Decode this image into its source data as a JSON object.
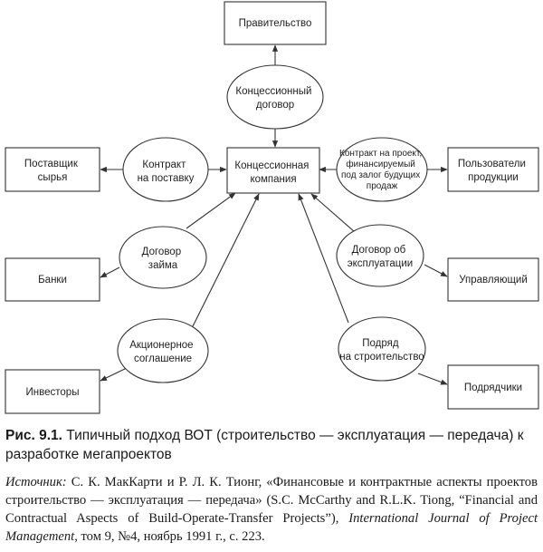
{
  "boxes": {
    "government": "Правительство",
    "company": [
      "Концессионная",
      "компания"
    ],
    "suppliers": [
      "Поставщик",
      "сырья"
    ],
    "users": [
      "Пользователи",
      "продукции"
    ],
    "banks": "Банки",
    "manager": "Управляющий",
    "investors": "Инвесторы",
    "contractors": "Подрядчики"
  },
  "ellipses": {
    "concession": [
      "Концессионный",
      "договор"
    ],
    "supply": [
      "Контракт",
      "на поставку"
    ],
    "project": [
      "Контракт на проект,",
      "финансируемый",
      "под залог будущих",
      "продаж"
    ],
    "loan": [
      "Договор",
      "займа"
    ],
    "operation": [
      "Договор об",
      "эксплуатации"
    ],
    "shareholder": [
      "Акционерное",
      "соглашение"
    ],
    "construction": [
      "Подряд",
      "на строительство"
    ]
  },
  "caption": {
    "label": "Рис. 9.1.",
    "title": "Типичный подход ВОТ (строительство — эксплуатация — передача) к разработке мегапроектов",
    "source_label": "Источник:",
    "source_text": "С. К. МакКарти и Р. Л. К. Тионг, «Финансовые и контрактные аспекты проектов строительство — эксплуатация — передача» (S.C. McCarthy and R.L.K. Tiong, “Financial and Contractual Aspects of Build-Operate-Transfer Projects”),",
    "journal": "International Journal of Project Management",
    "source_end": ", том 9, №4, ноябрь 1991 г., с. 223."
  },
  "colors": {
    "line": "#333333",
    "box_fill": "#ffffff"
  }
}
